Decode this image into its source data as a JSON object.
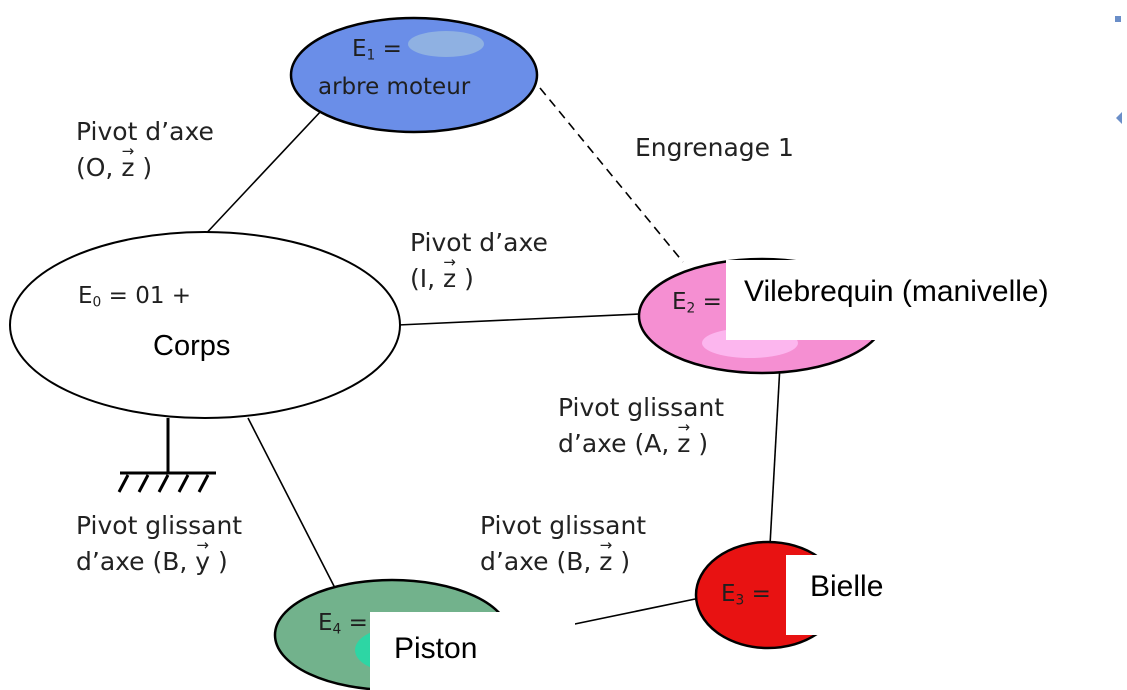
{
  "nodes": {
    "e1": {
      "name": "E1 =",
      "label": "arbre moteur",
      "color": "#6a8ee8"
    },
    "e0": {
      "name": "E0 = 01 +",
      "label": "Corps",
      "color": "#ffffff"
    },
    "e2": {
      "name": "E2 =",
      "label": "Vilebrequin  (manivelle)",
      "color": "#f58fd2"
    },
    "e3": {
      "name": "E3 =",
      "label": "Bielle",
      "color": "#e81212"
    },
    "e4": {
      "name": "E4 =",
      "label": "Piston",
      "color": "#72b28c"
    }
  },
  "links": {
    "e0_e1": {
      "line1": "Pivot d’axe",
      "pre": "(O, ",
      "vec": "z",
      "post": " )"
    },
    "e0_e2": {
      "line1": "Pivot d’axe",
      "pre": "(I, ",
      "vec": "z",
      "post": " )"
    },
    "e1_e2": {
      "line1": "Engrenage 1"
    },
    "e2_e3": {
      "line1": "Pivot glissant",
      "pre": "d’axe (A, ",
      "vec": "z",
      "post": " )"
    },
    "e3_e4": {
      "line1": "Pivot glissant",
      "pre": "d’axe (B, ",
      "vec": "z",
      "post": " )"
    },
    "e0_e4": {
      "line1": "Pivot glissant",
      "pre": "d’axe (B, ",
      "vec": "y",
      "post": " )"
    }
  }
}
